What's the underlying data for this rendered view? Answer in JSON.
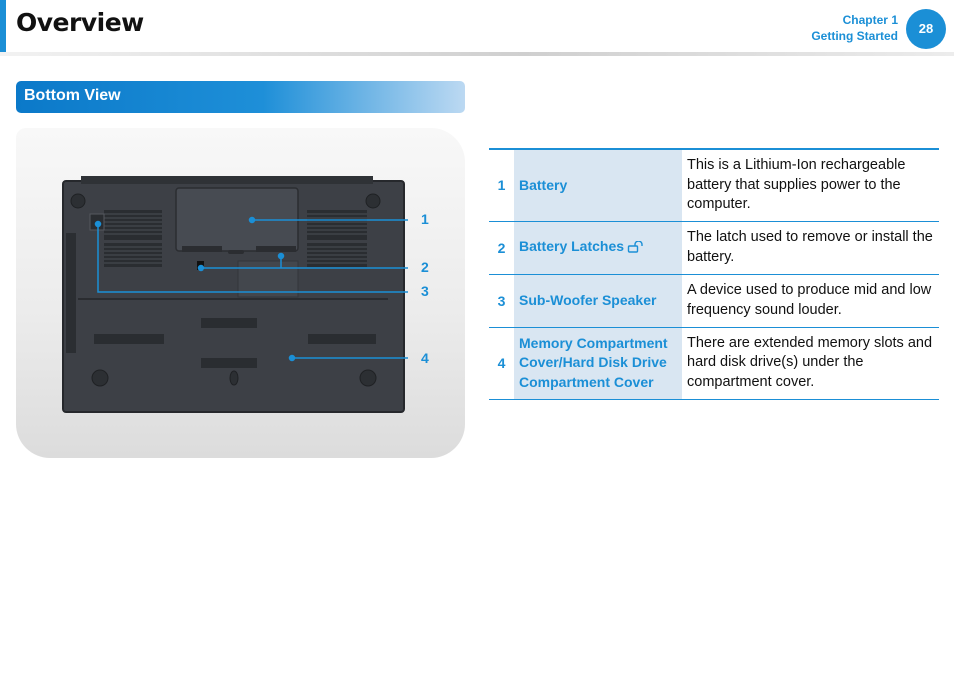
{
  "header": {
    "title": "Overview",
    "chapter_label": "Chapter 1",
    "chapter_name": "Getting Started",
    "page_number": "28"
  },
  "section": {
    "title": "Bottom View"
  },
  "callouts": [
    "1",
    "2",
    "3",
    "4"
  ],
  "parts": [
    {
      "number": "1",
      "name": "Battery",
      "description": "This is a Lithium-Ion rechargeable battery that supplies power to the computer."
    },
    {
      "number": "2",
      "name": "Battery Latches",
      "icon": "unlock-icon",
      "description": "The latch used to remove or install the battery."
    },
    {
      "number": "3",
      "name": "Sub-Woofer Speaker",
      "description": "A device used to produce mid and low frequency sound louder."
    },
    {
      "number": "4",
      "name": "Memory Compartment Cover/Hard Disk Drive Compartment Cover",
      "description": "There are extended memory slots and hard disk drive(s) under the compartment cover."
    }
  ],
  "colors": {
    "accent": "#1b8fd6",
    "table_label_bg": "#d9e6f2",
    "laptop_body": "#3d4046"
  }
}
